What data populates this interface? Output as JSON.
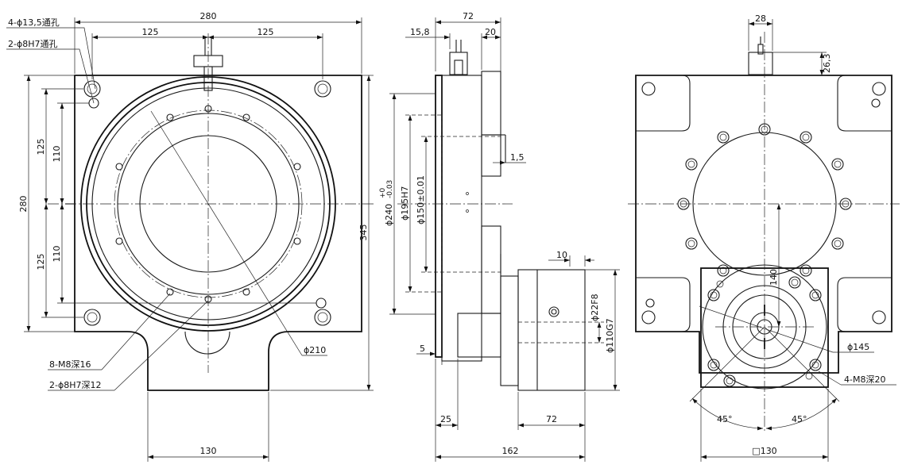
{
  "front_view": {
    "dim_width_top": "280",
    "dim_hole_left": "125",
    "dim_hole_right": "125",
    "dim_height_left": "280",
    "dim_v_125_top": "125",
    "dim_v_110_top": "110",
    "dim_v_110_bottom": "110",
    "dim_v_125_bottom": "125",
    "dim_height_right": "345",
    "dim_bottom_width": "130",
    "label_through_hole_large": "4-ϕ13,5通孔",
    "label_through_hole_small": "2-ϕ8H7通孔",
    "label_tapped": "8-M8深16",
    "label_pin_hole": "2-ϕ8H7深12",
    "label_dia_210": "ϕ210"
  },
  "side_view": {
    "dim_top_72": "72",
    "dim_15_8": "15,8",
    "dim_20": "20",
    "dim_1_5": "1,5",
    "dim_240": "ϕ240",
    "dim_240_tol_upper": "+0",
    "dim_240_tol_lower": "-0.03",
    "dim_195": "ϕ195H7",
    "dim_150": "ϕ150±0.01",
    "dim_10": "10",
    "dim_22f8": "ϕ22F8",
    "dim_110g7": "ϕ110G7",
    "dim_5": "5",
    "dim_25": "25",
    "dim_72_bottom": "72",
    "dim_162": "162"
  },
  "bottom_view": {
    "dim_28": "28",
    "dim_26_3": "26,3",
    "dim_140": "140",
    "label_dia_145": "ϕ145",
    "label_tapped": "4-M8深20",
    "dim_angle_left": "45°",
    "dim_angle_right": "45°",
    "dim_square": "□130"
  }
}
